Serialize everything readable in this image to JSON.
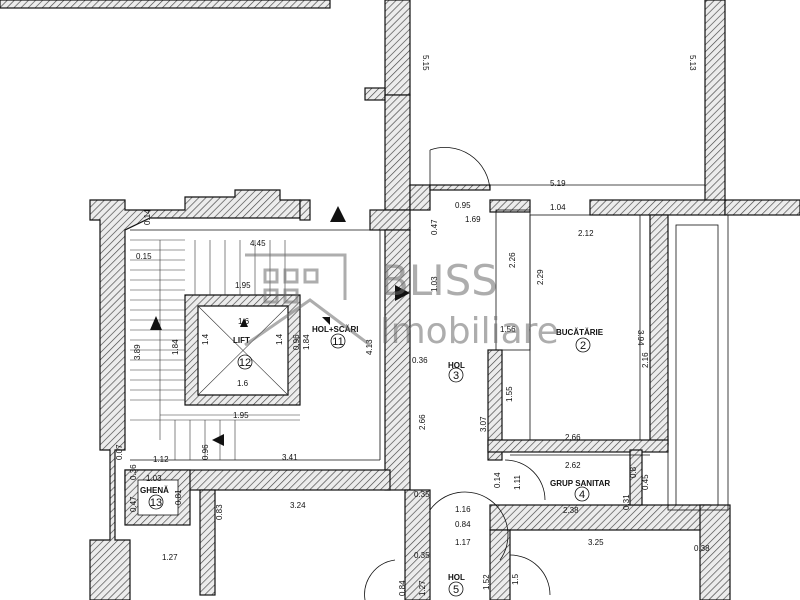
{
  "watermark": {
    "line1": "BLISS",
    "line2": "Imobiliare"
  },
  "rooms": [
    {
      "name": "HOL+SCĂRI",
      "number": "11"
    },
    {
      "name": "BUCĂTĂRIE",
      "number": "2"
    },
    {
      "name": "HOL",
      "number": "3"
    },
    {
      "name": "GRUP SANITAR",
      "number": "4"
    },
    {
      "name": "HOL",
      "number": "5"
    },
    {
      "name": "LIFT",
      "number": "12"
    },
    {
      "name": "GHENĂ",
      "number": "13"
    }
  ],
  "dimensions": [
    "5.15",
    "5.13",
    "5.19",
    "0.95",
    "1.04",
    "1.69",
    "2.12",
    "4.45",
    "0.15",
    "1.95",
    "1.6",
    "1.4",
    "1.4",
    "0.96",
    "1.84",
    "3.89",
    "1.84",
    "4.13",
    "1.6",
    "1.95",
    "3.41",
    "2.26",
    "2.29",
    "1.03",
    "1.56",
    "3.94",
    "0.36",
    "1.55",
    "2.16",
    "2.66",
    "3.07",
    "2.66",
    "2.62",
    "0.14",
    "1.11",
    "0.35",
    "1.16",
    "0.84",
    "1.17",
    "0.35",
    "1.12",
    "1.03",
    "0.47",
    "0.81",
    "0.83",
    "3.24",
    "1.27",
    "2.38",
    "3.25",
    "0.38",
    "0.31",
    "0.45",
    "0.8",
    "0.84",
    "1.27",
    "1.52",
    "1.5",
    "0.47",
    "0.14",
    "0.36",
    "0.07",
    "0.96"
  ]
}
